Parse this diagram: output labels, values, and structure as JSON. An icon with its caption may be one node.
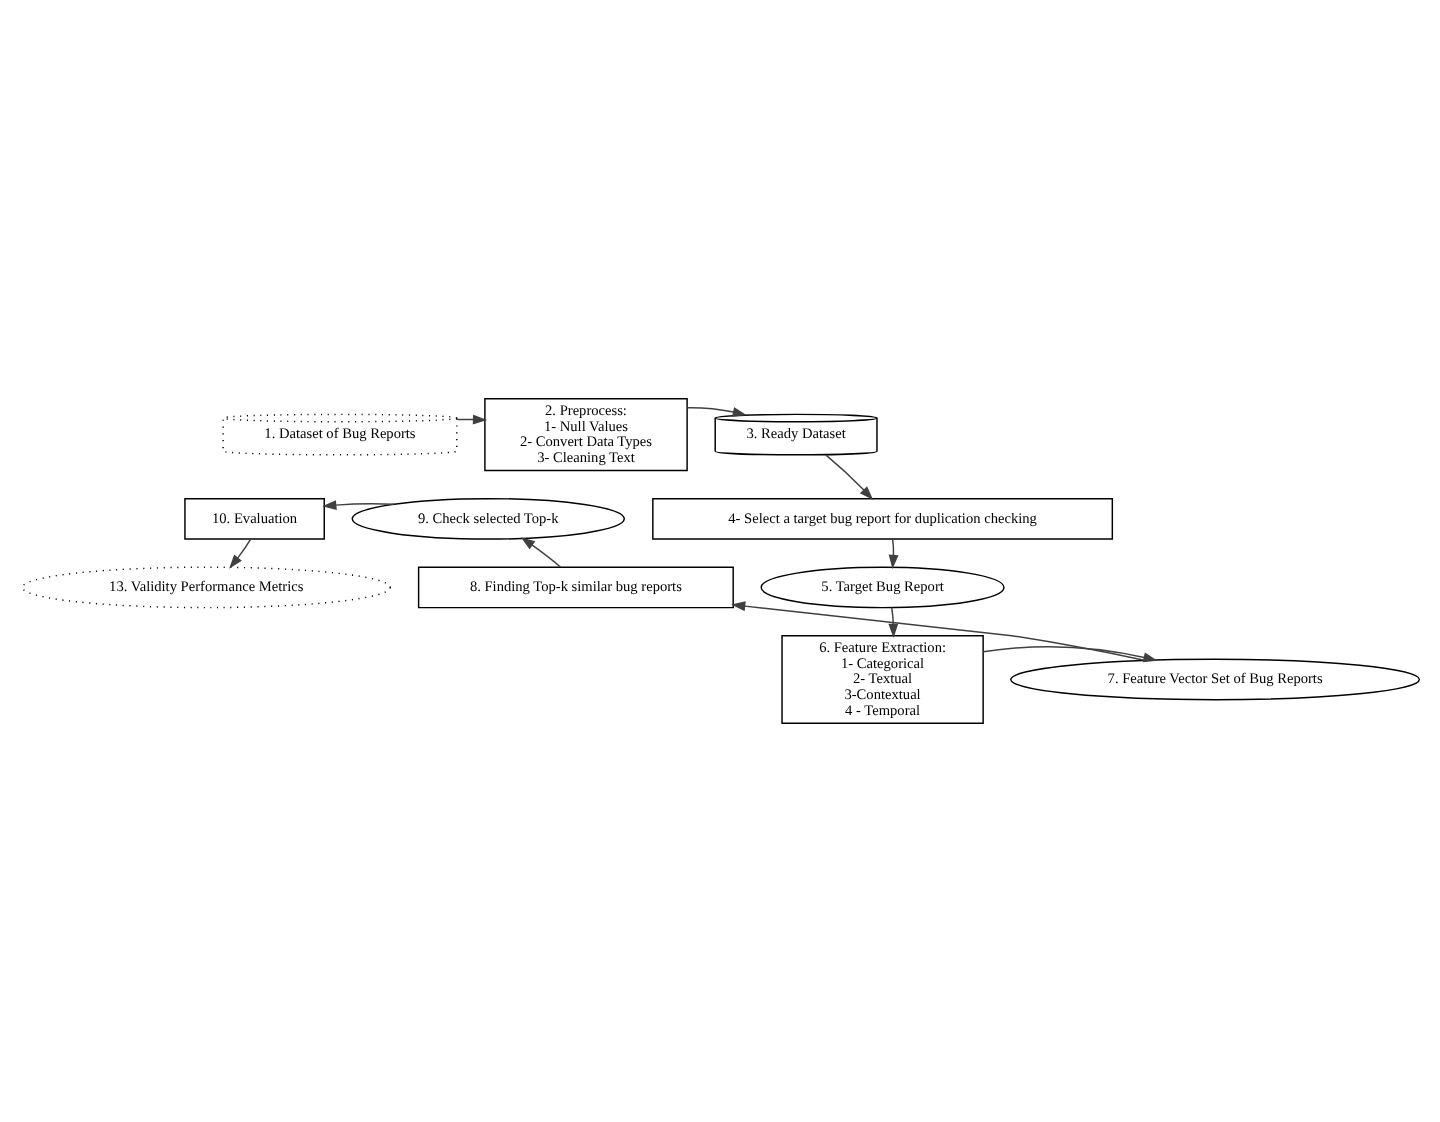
{
  "diagram": {
    "nodes": [
      {
        "text": [
          "1. Dataset of Bug Reports"
        ]
      },
      {
        "text": [
          "2. Preprocess:",
          "1- Null Values",
          "2- Convert Data Types",
          "3- Cleaning Text"
        ]
      },
      {
        "text": [
          "3. Ready Dataset"
        ]
      },
      {
        "text": [
          "4- Select a target bug report for duplication checking"
        ]
      },
      {
        "text": [
          "5. Target Bug Report"
        ]
      },
      {
        "text": [
          "6. Feature Extraction:",
          "1- Categorical",
          "2- Textual",
          "3-Contextual",
          "4 - Temporal"
        ]
      },
      {
        "text": [
          "7. Feature Vector Set of Bug Reports"
        ]
      },
      {
        "text": [
          "8. Finding Top-k similar bug reports"
        ]
      },
      {
        "text": [
          "9. Check selected Top-k"
        ]
      },
      {
        "text": [
          "10. Evaluation"
        ]
      },
      {
        "text": [
          "13. Validity Performance Metrics"
        ]
      }
    ],
    "edges": [
      {
        "from": 0,
        "to": 1,
        "arrow": "to"
      },
      {
        "from": 1,
        "to": 2,
        "arrow": "to"
      },
      {
        "from": 2,
        "to": 3,
        "arrow": "to"
      },
      {
        "from": 3,
        "to": 4,
        "arrow": "to"
      },
      {
        "from": 4,
        "to": 5,
        "arrow": "to"
      },
      {
        "from": 5,
        "to": 6,
        "arrow": "to"
      },
      {
        "from": 6,
        "to": 7,
        "arrow": "to"
      },
      {
        "from": 7,
        "to": 8,
        "arrow": "to"
      },
      {
        "from": 8,
        "to": 9,
        "arrow": "to"
      },
      {
        "from": 9,
        "to": 10,
        "arrow": "to"
      }
    ]
  }
}
